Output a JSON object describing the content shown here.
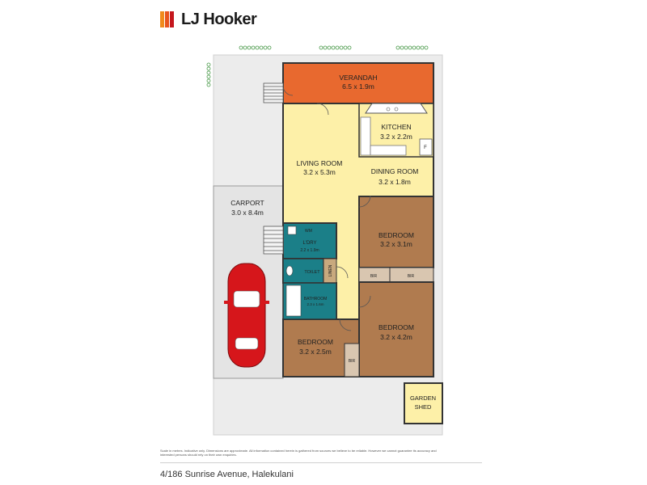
{
  "brand": {
    "name": "LJ Hooker",
    "colors": [
      "#f08a1c",
      "#e8541e",
      "#c5171d"
    ]
  },
  "rooms": {
    "verandah": {
      "name": "VERANDAH",
      "size": "6.5 x 1.9m"
    },
    "kitchen": {
      "name": "KITCHEN",
      "size": "3.2 x 2.2m"
    },
    "living": {
      "name": "LIVING ROOM",
      "size": "3.2 x 5.3m"
    },
    "dining": {
      "name": "DINING ROOM",
      "size": "3.2 x 1.8m"
    },
    "carport": {
      "name": "CARPORT",
      "size": "3.0 x 8.4m"
    },
    "bedroom1": {
      "name": "BEDROOM",
      "size": "3.2 x 3.1m"
    },
    "bedroom2": {
      "name": "BEDROOM",
      "size": "3.2 x 4.2m"
    },
    "bedroom3": {
      "name": "BEDROOM",
      "size": "3.2 x 2.5m"
    },
    "laundry": {
      "name": "L'DRY",
      "size": "2.2 x 1.9m"
    },
    "bathroom": {
      "name": "BATHROOM",
      "size": "2.3 x 1.6m"
    },
    "shed": {
      "name_line1": "GARDEN",
      "name_line2": "SHED"
    }
  },
  "labels": {
    "wm": "WM",
    "toilet": "TOILET",
    "linen": "LINEN",
    "bir": "BIR",
    "fridge": "F"
  },
  "footer": {
    "disclaimer": "Scale in metres. Indicative only. Dimensions are approximate. All information contained herein is gathered from sources we believe to be reliable. However we cannot guarantee its accuracy and interested persons should rely on their own enquiries.",
    "address": "4/186 Sunrise Avenue, Halekulani"
  },
  "colors": {
    "verandah": "#e8692f",
    "living": "#fdf0a8",
    "bedroom": "#b07b4f",
    "wet": "#1b7f88",
    "grounds": "#ececec",
    "garage": "#e6e6e6",
    "shed": "#fdf0a8"
  }
}
